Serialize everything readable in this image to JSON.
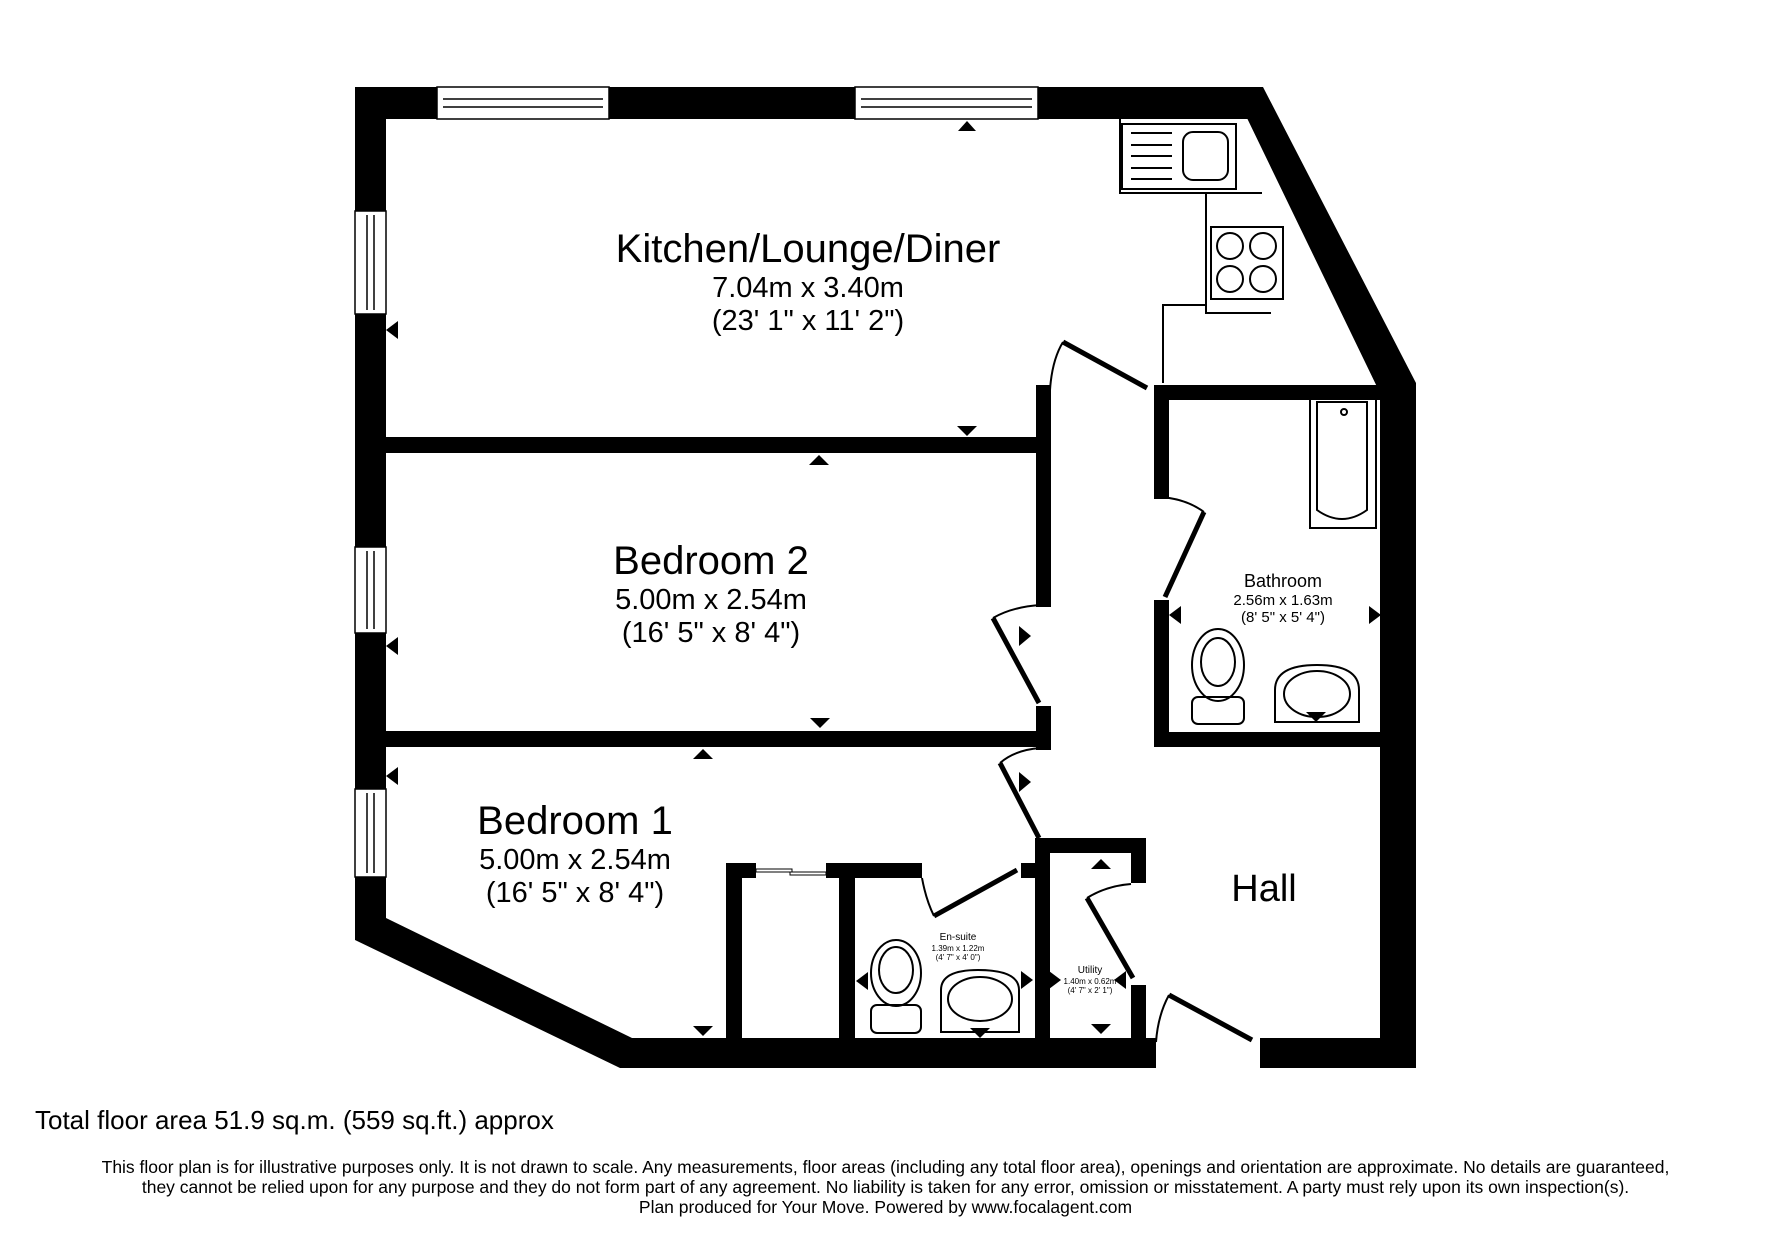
{
  "plan": {
    "rooms": [
      {
        "id": "kitchen",
        "name": "Kitchen/Lounge/Diner",
        "metric": "7.04m x 3.40m",
        "imperial": "(23' 1\" x 11' 2\")"
      },
      {
        "id": "bedroom2",
        "name": "Bedroom 2",
        "metric": "5.00m x 2.54m",
        "imperial": "(16' 5\" x 8' 4\")"
      },
      {
        "id": "bedroom1",
        "name": "Bedroom 1",
        "metric": "5.00m x 2.54m",
        "imperial": "(16' 5\" x 8' 4\")"
      },
      {
        "id": "bathroom",
        "name": "Bathroom",
        "metric": "2.56m x 1.63m",
        "imperial": "(8' 5\" x 5' 4\")"
      },
      {
        "id": "ensuite",
        "name": "En-suite",
        "metric": "1.39m x 1.22m",
        "imperial": "(4' 7\" x 4' 0\")"
      },
      {
        "id": "utility",
        "name": "Utility",
        "metric": "1.40m x 0.62m",
        "imperial": "(4' 7\" x 2' 1\")"
      },
      {
        "id": "hall",
        "name": "Hall"
      }
    ],
    "fixtures": [
      "sink-icon",
      "hob-icon",
      "bath-icon",
      "toilet-icon",
      "basin-icon",
      "window-icon",
      "door-swing-icon",
      "measurement-marker-icon"
    ],
    "wall_color": "#000000",
    "background": "#ffffff"
  },
  "footer": {
    "total_area": "Total floor area 51.9 sq.m. (559 sq.ft.) approx",
    "disclaimer": [
      "This floor plan is for illustrative purposes only. It is not drawn to scale. Any measurements, floor areas (including any total floor area), openings and orientation are approximate. No details are guaranteed,",
      "they cannot be relied upon for any purpose and they do not form part of any agreement. No liability is taken for any error, omission or misstatement. A party must rely upon its own inspection(s).",
      "Plan produced for Your Move. Powered by www.focalagent.com"
    ]
  }
}
